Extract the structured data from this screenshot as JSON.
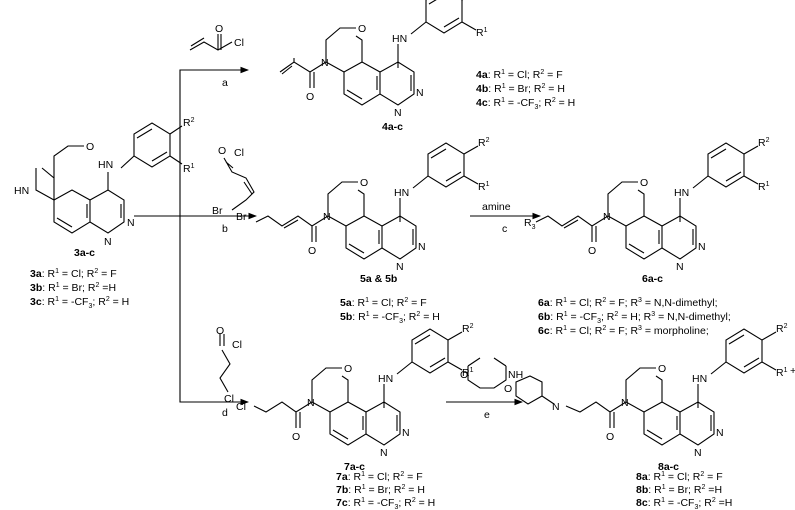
{
  "compound_3": {
    "name": "3a-c",
    "atoms": {
      "r2": "R",
      "r1": "R",
      "nh": "HN",
      "hn_ring": "HN",
      "n1": "N",
      "n2": "N",
      "o": "O"
    },
    "variants": [
      {
        "id": "3a",
        "desc": ": R = Cl; R = F"
      },
      {
        "id": "3b",
        "desc": ": R = Br; R =H"
      },
      {
        "id": "3c",
        "desc": ": R = -CF; R = H"
      }
    ]
  },
  "reagents": {
    "a": {
      "label": "a",
      "cl": "Cl",
      "o": "O"
    },
    "b": {
      "label": "b",
      "cl": "Cl",
      "o": "O",
      "br": "Br"
    },
    "c": {
      "label": "c",
      "text": "amine"
    },
    "d": {
      "label": "d",
      "cl_top": "Cl",
      "o": "O",
      "cl_bottom": "Cl"
    },
    "e": {
      "label": "e",
      "o": "O",
      "nh": "NH"
    }
  },
  "compound_4": {
    "name": "4a-c",
    "variants": [
      {
        "id": "4a",
        "desc": ": R = Cl; R = F"
      },
      {
        "id": "4b",
        "desc": ": R = Br; R = H"
      },
      {
        "id": "4c",
        "desc": ": R = -CF; R = H"
      }
    ]
  },
  "compound_5": {
    "name": "5a & 5b",
    "br": "Br",
    "variants": [
      {
        "id": "5a",
        "desc": ": R = Cl; R = F"
      },
      {
        "id": "5b",
        "desc": ": R = -CF; R = H"
      }
    ]
  },
  "compound_6": {
    "name": "6a-c",
    "r3": "R",
    "variants": [
      {
        "id": "6a",
        "desc": ": R = Cl; R = F;  R = N,N-dimethyl;"
      },
      {
        "id": "6b",
        "desc": ":  R = -CF; R = H;  R = N,N-dimethyl;"
      },
      {
        "id": "6c",
        "desc": ": R = Cl; R = F;  R = morpholine;"
      }
    ]
  },
  "compound_7": {
    "name": "7a-c",
    "cl": "Cl",
    "variants": [
      {
        "id": "7a",
        "desc": ": R = Cl; R = F"
      },
      {
        "id": "7b",
        "desc": ": R = Br; R = H"
      },
      {
        "id": "7c",
        "desc": ": R = -CF; R = H"
      }
    ]
  },
  "compound_8": {
    "name": "8a-c",
    "morph_o": "O",
    "morph_n": "N",
    "variants": [
      {
        "id": "8a",
        "desc": ": R = Cl; R = F"
      },
      {
        "id": "8b",
        "desc": ": R = Br; R =H"
      },
      {
        "id": "8c",
        "desc": ":  R = -CF; R =H"
      }
    ]
  },
  "common_atoms": {
    "r1": "R",
    "r2": "R",
    "hn": "HN",
    "n": "N",
    "o": "O"
  }
}
